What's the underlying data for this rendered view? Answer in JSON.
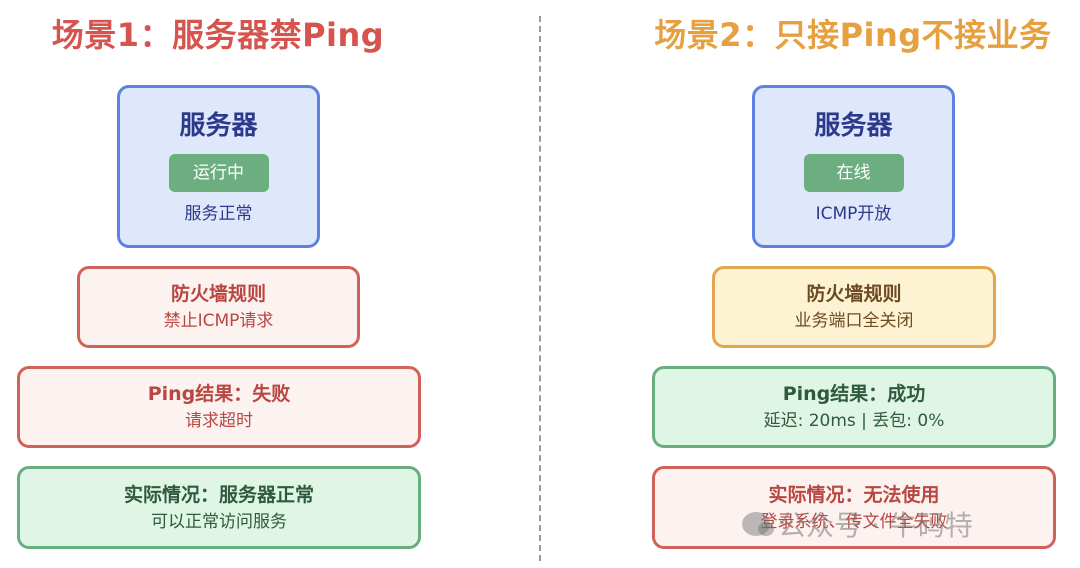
{
  "scenario1": {
    "title": "场景1：服务器禁Ping",
    "server": {
      "title": "服务器",
      "badge": "运行中",
      "subtitle": "服务正常"
    },
    "firewall": {
      "title": "防火墙规则",
      "detail": "禁止ICMP请求"
    },
    "ping": {
      "title": "Ping结果：失败",
      "detail": "请求超时"
    },
    "actual": {
      "title": "实际情况：服务器正常",
      "detail": "可以正常访问服务"
    }
  },
  "scenario2": {
    "title": "场景2：只接Ping不接业务",
    "server": {
      "title": "服务器",
      "badge": "在线",
      "subtitle": "ICMP开放"
    },
    "firewall": {
      "title": "防火墙规则",
      "detail": "业务端口全关闭"
    },
    "ping": {
      "title": "Ping结果：成功",
      "detail": "延迟: 20ms | 丢包: 0%"
    },
    "actual": {
      "title": "实际情况：无法使用",
      "detail": "登录系统、传文件全失败"
    }
  },
  "watermark": {
    "text": "公众号 · 牛码特"
  },
  "colors": {
    "scenario1_title": "#d6534e",
    "scenario2_title": "#e6a040",
    "server_border": "#5b82e0",
    "server_bg": "#dfe7fb",
    "badge_green": "#6cae80",
    "red_border": "#d1625a",
    "orange_border": "#e2a652",
    "green_border": "#6aae80"
  }
}
